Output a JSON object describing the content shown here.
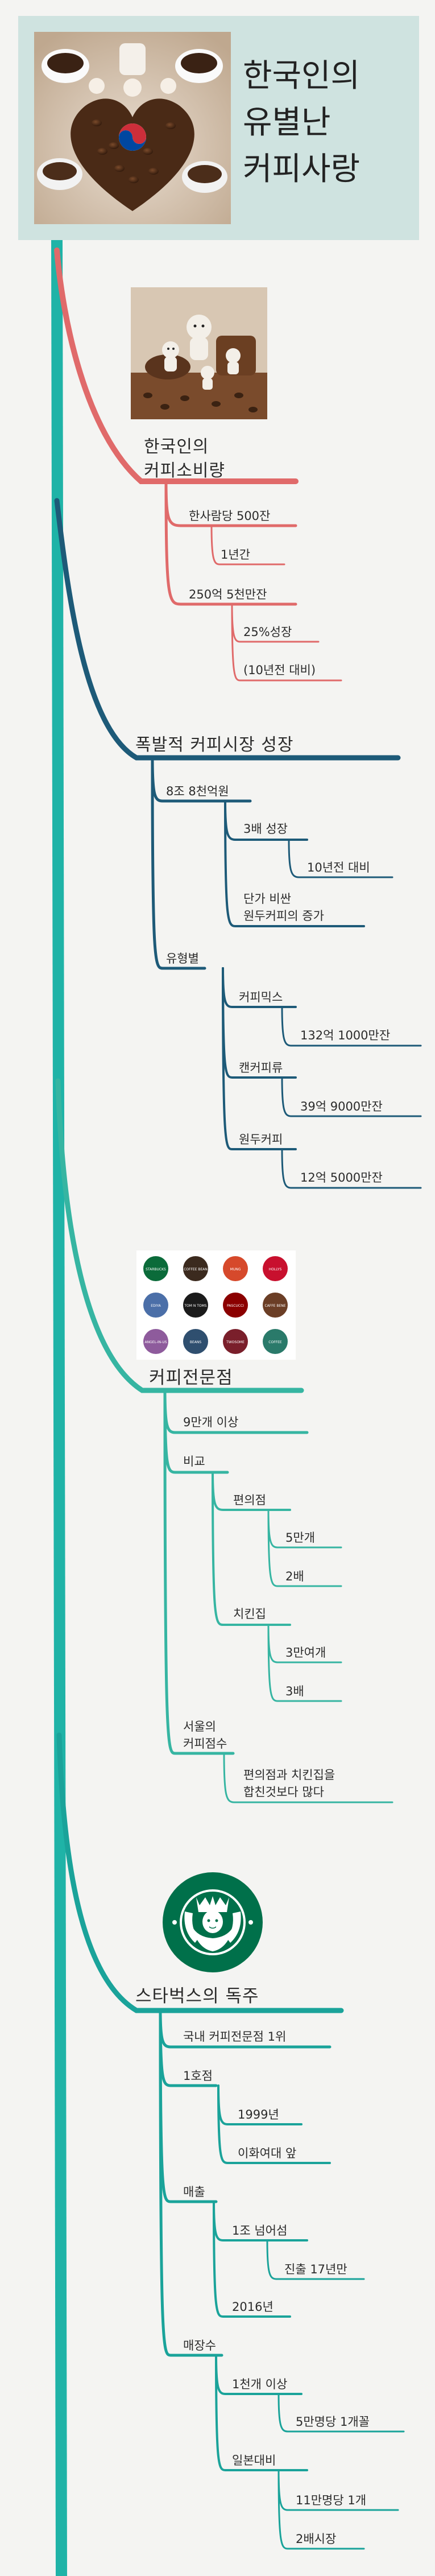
{
  "title": [
    "한국인의",
    "유별난",
    "커피사랑"
  ],
  "colors": {
    "trunk": "#1fb3a7",
    "consumption": "#e06a6a",
    "market": "#1d5a78",
    "cafe": "#36b5a2",
    "starbucks": "#1aa39a",
    "title_bg": "#cfe3e0"
  },
  "icons": {
    "title_image": "coffee-cups-photo",
    "consumption_image": "coffee-figures-photo",
    "cafe_image": "cafe-brand-logos",
    "starbucks_image": "starbucks-siren-logo"
  },
  "cafe_logos": [
    "STARBUCKS",
    "COFFEE BEAN",
    "MUNG",
    "HOLLYS",
    "EDIYA",
    "TOM N TOMS",
    "PASCUCCI",
    "CAFFE BENE",
    "ANGEL-IN-US",
    "BEANS",
    "TWOSOME",
    "COFFEE"
  ],
  "branches": [
    {
      "id": "consumption",
      "label": [
        "한국인의",
        "커피소비량"
      ],
      "children": [
        {
          "label": "한사람당 500잔"
        },
        {
          "label": "1년간"
        },
        {
          "label": "250억 5천만잔"
        },
        {
          "label": "25%성장"
        },
        {
          "label": "(10년전 대비)"
        }
      ]
    },
    {
      "id": "market",
      "label": [
        "폭발적 커피시장 성장"
      ],
      "children": [
        {
          "label": "8조 8천억원"
        },
        {
          "label": "3배 성장"
        },
        {
          "label": "10년전 대비"
        },
        {
          "label": "단가 비싼\n원두커피의 증가"
        },
        {
          "label": "유형별"
        },
        {
          "label": "커피믹스"
        },
        {
          "label": "132억 1000만잔"
        },
        {
          "label": "캔커피류"
        },
        {
          "label": "39억 9000만잔"
        },
        {
          "label": "원두커피"
        },
        {
          "label": "12억 5000만잔"
        }
      ]
    },
    {
      "id": "cafe",
      "label": [
        "커피전문점"
      ],
      "children": [
        {
          "label": "9만개 이상"
        },
        {
          "label": "비교"
        },
        {
          "label": "편의점"
        },
        {
          "label": "5만개"
        },
        {
          "label": "2배"
        },
        {
          "label": "치킨집"
        },
        {
          "label": "3만여개"
        },
        {
          "label": "3배"
        },
        {
          "label": "서울의\n커피점수"
        },
        {
          "label": "편의점과 치킨집을\n합친것보다 많다"
        }
      ]
    },
    {
      "id": "starbucks",
      "label": [
        "스타벅스의 독주"
      ],
      "children": [
        {
          "label": "국내 커피전문점 1위"
        },
        {
          "label": "1호점"
        },
        {
          "label": "1999년"
        },
        {
          "label": "이화여대 앞"
        },
        {
          "label": "매출"
        },
        {
          "label": "1조 넘어섬"
        },
        {
          "label": "진출 17년만"
        },
        {
          "label": "2016년"
        },
        {
          "label": "매장수"
        },
        {
          "label": "1천개 이상"
        },
        {
          "label": "5만명당 1개꼴"
        },
        {
          "label": "일본대비"
        },
        {
          "label": "11만명당 1개"
        },
        {
          "label": "2배시장"
        }
      ]
    }
  ]
}
